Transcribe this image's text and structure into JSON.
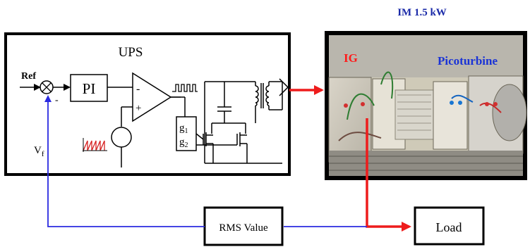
{
  "ups": {
    "title": "UPS"
  },
  "blocks": {
    "ref": "Ref",
    "pi": "PI",
    "minus_sum": "-",
    "opamp_minus": "-",
    "opamp_plus": "+",
    "vf_main": "V",
    "vf_sub": "f",
    "g1_main": "g",
    "g1_sub": "1",
    "g2_main": "g",
    "g2_sub": "2"
  },
  "machine": {
    "rating": "IM 1.5 kW",
    "ig_label": "IG",
    "turbine_label": "Picoturbine"
  },
  "feedback": {
    "rms_label": "RMS Value"
  },
  "load": {
    "label": "Load"
  },
  "colors": {
    "feedback_line": "#2a2ae0",
    "power_line": "#ee1c1c",
    "ig_text": "#ff1a1a",
    "turbine_text": "#1a33d6",
    "rating_text": "#1a2aa8"
  }
}
